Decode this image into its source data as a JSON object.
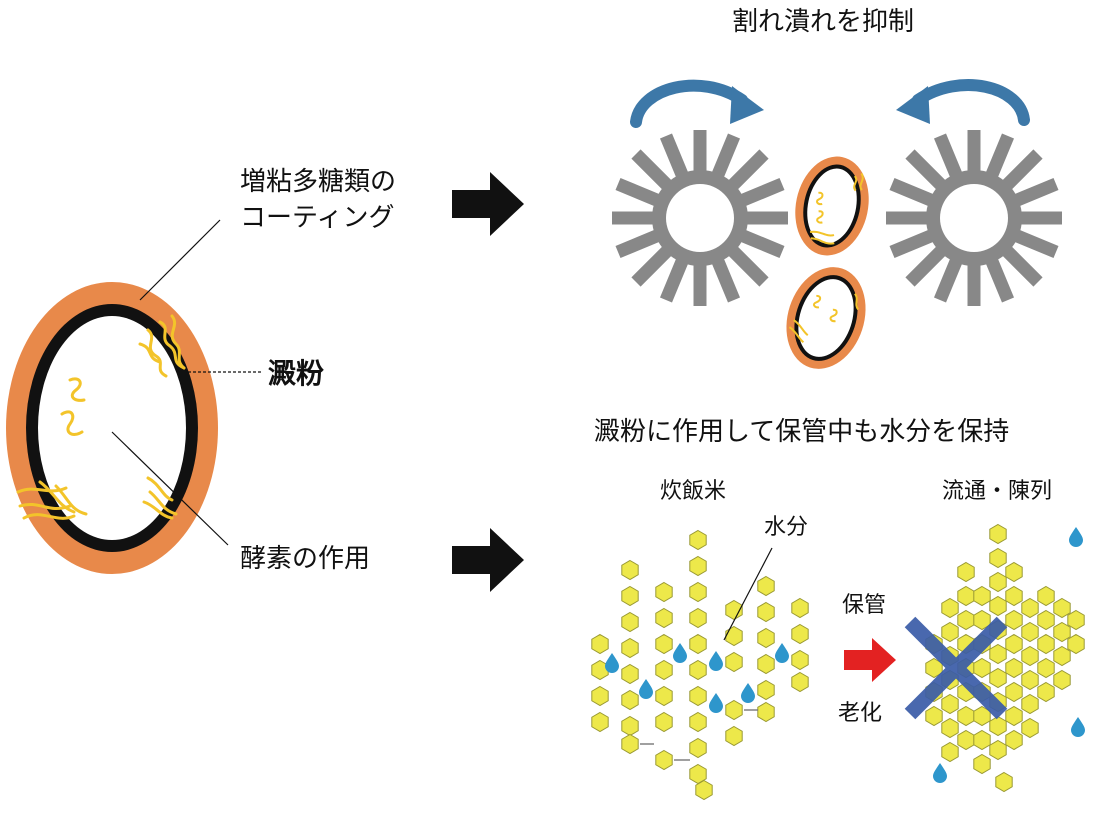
{
  "labels": {
    "coating_line1": "増粘多糖類の",
    "coating_line2": "コーティング",
    "starch": "澱粉",
    "enzyme": "酵素の作用",
    "title_top": "割れ潰れを抑制",
    "title_bottom": "澱粉に作用して保管中も水分を保持",
    "cooked_rice": "炊飯米",
    "water": "水分",
    "storage": "保管",
    "aging": "老化",
    "distribution": "流通・陳列"
  },
  "colors": {
    "orange": "#E8894A",
    "black": "#111111",
    "yellow_strand": "#F3C42A",
    "gear_gray": "#888888",
    "rotation_arrow": "#3D78A8",
    "hexagon_fill": "#EDE84A",
    "water_drop": "#2E96CC",
    "red_arrow": "#E32222",
    "cross_blue": "#3A5CA8"
  }
}
